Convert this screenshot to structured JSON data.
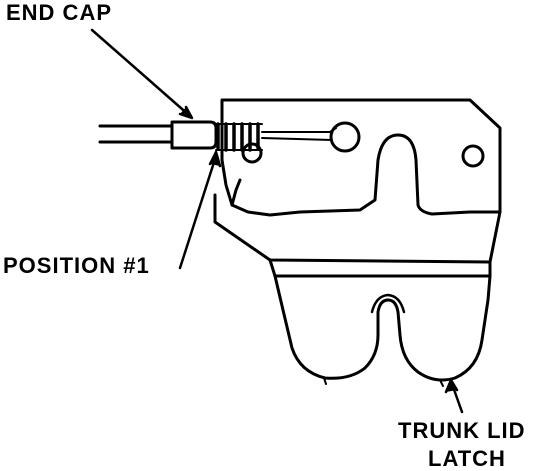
{
  "labels": {
    "end_cap": "END CAP",
    "position": "POSITION #1",
    "trunk_lid_line1": "TRUNK LID",
    "trunk_lid_line2": "LATCH"
  }
}
